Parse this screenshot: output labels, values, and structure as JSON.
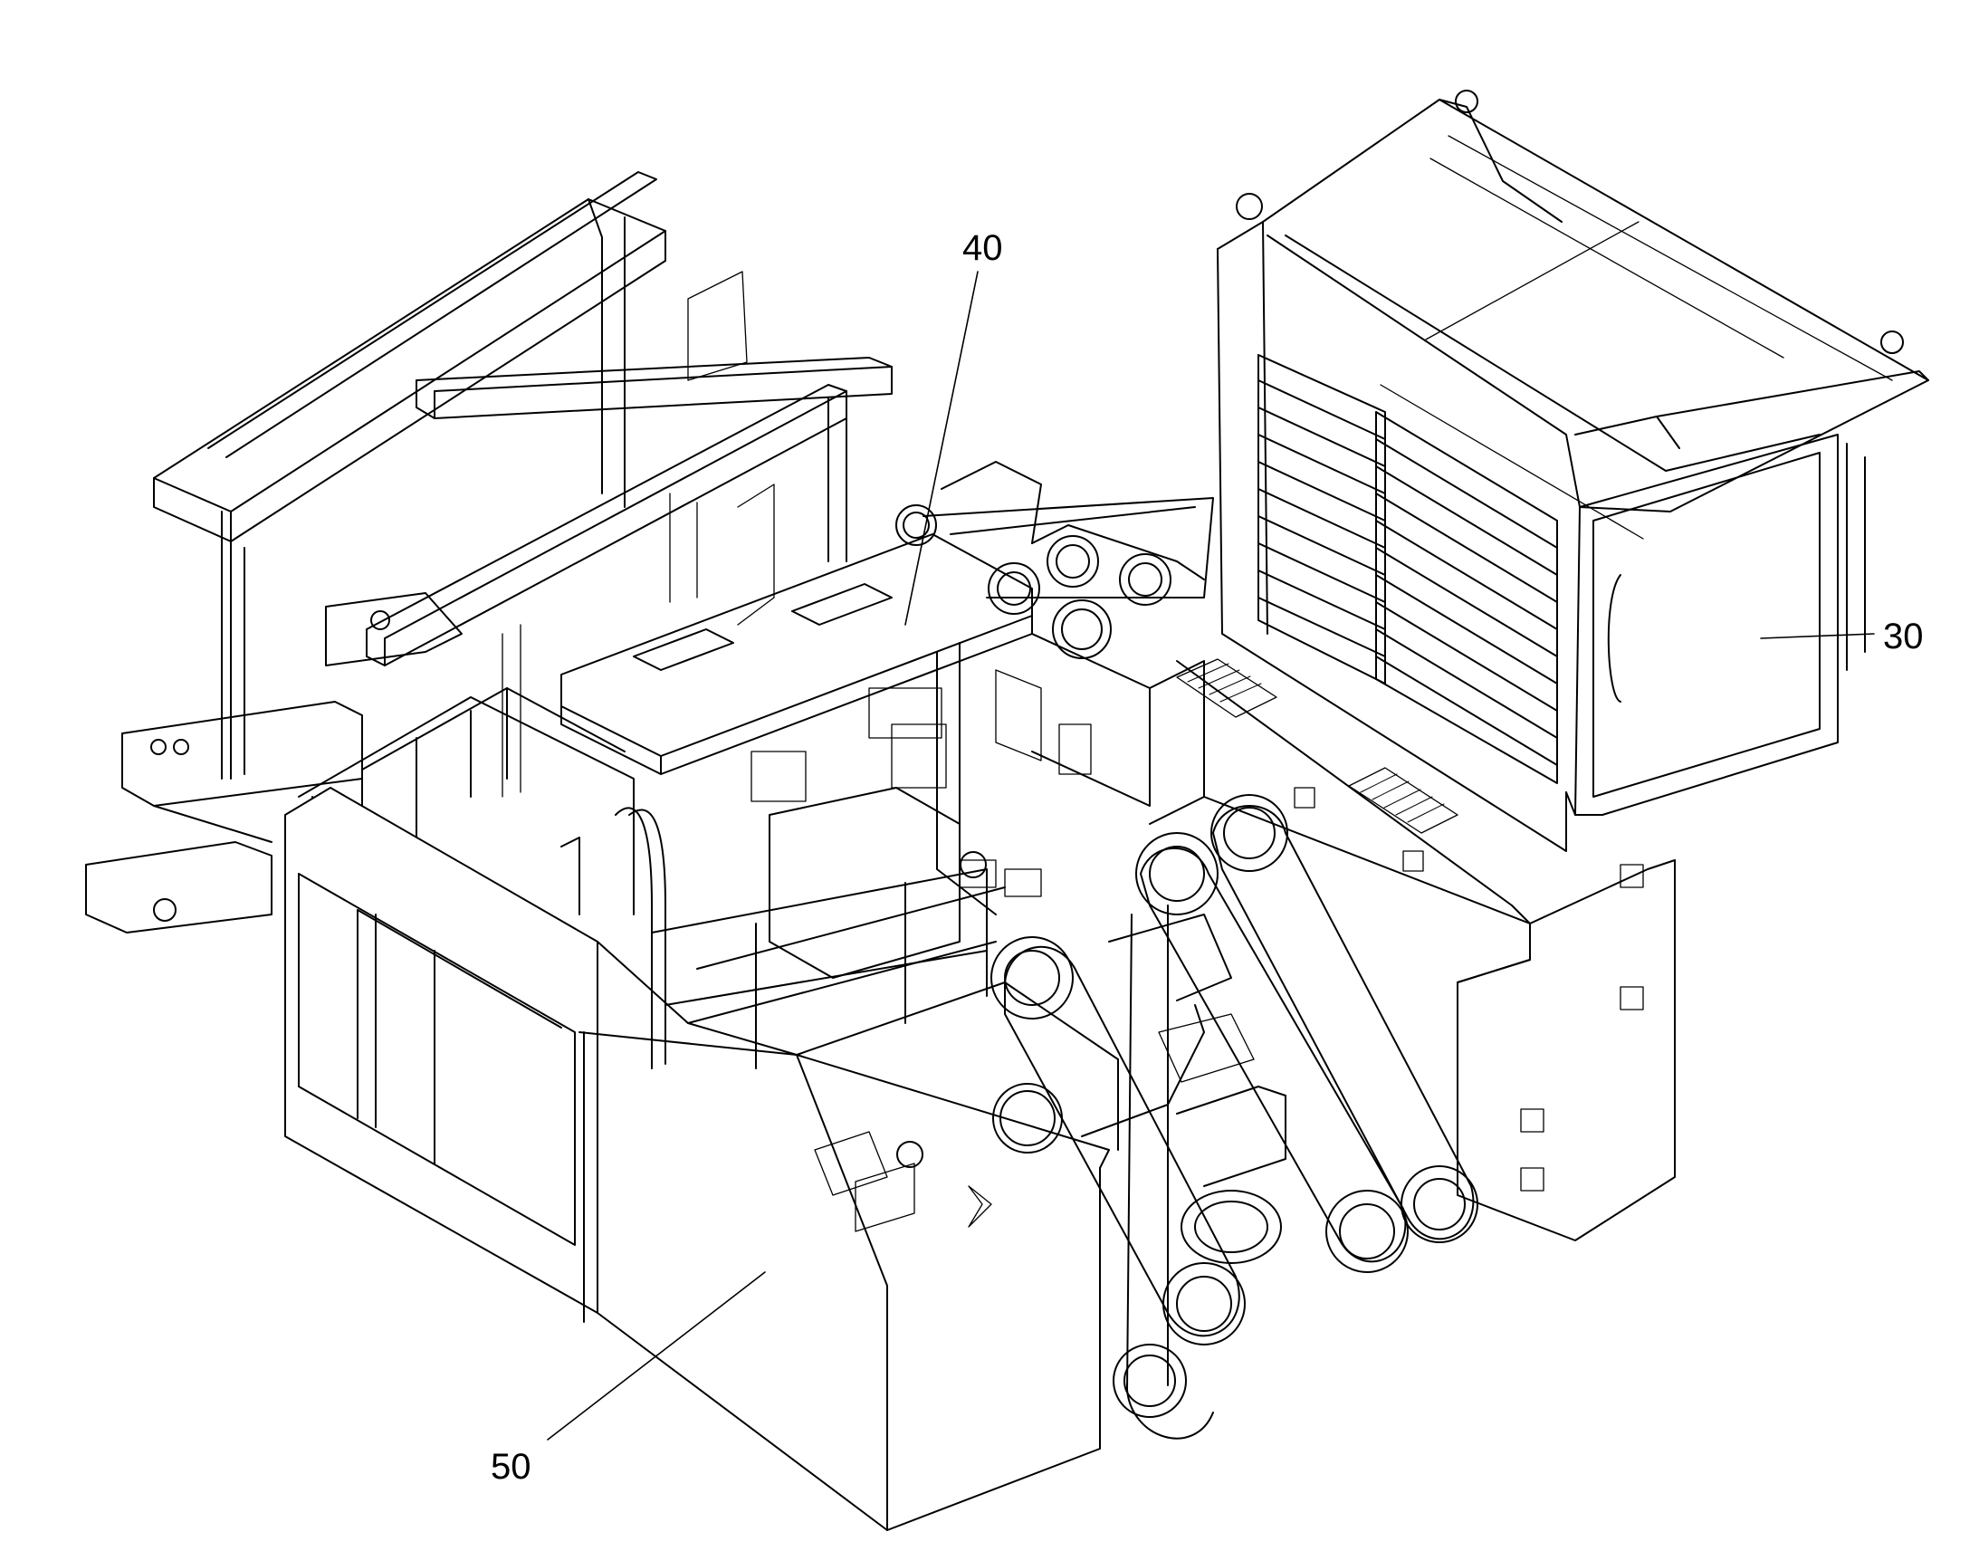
{
  "figure": {
    "reference_numerals": [
      {
        "id": "cab-ref",
        "label": "30"
      },
      {
        "id": "frame-ref",
        "label": "40"
      },
      {
        "id": "hood-ref",
        "label": "50"
      }
    ]
  }
}
